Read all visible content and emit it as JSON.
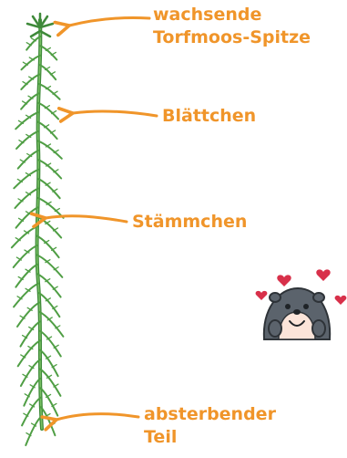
{
  "labels": {
    "tip": [
      "wachsende",
      "Torfmoos-Spitze"
    ],
    "leaflets": "Blättchen",
    "stem": "Stämmchen",
    "dying": [
      "absterbender",
      "Teil"
    ]
  },
  "colors": {
    "label": "#f0952a",
    "moss_dark": "#3f8a3a",
    "moss_light": "#79c064",
    "heart": "#d8304a",
    "creature_body": "#5b636c",
    "creature_face": "#fbe4d9"
  },
  "icons": {
    "moss": "peat-moss-plant",
    "mascot": "smiling-gray-creature-with-hearts"
  }
}
